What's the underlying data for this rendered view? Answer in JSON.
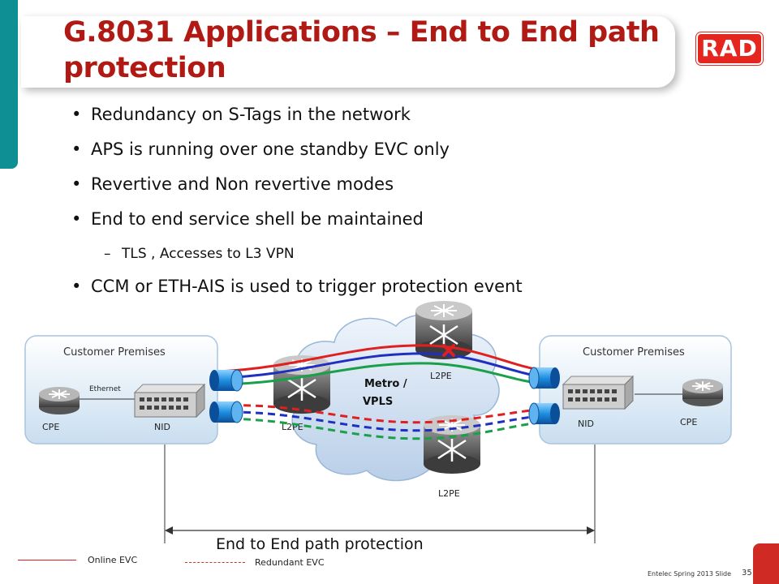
{
  "title": "G.8031  Applications – End to End path protection",
  "logo_text": "RAD",
  "bullets": [
    "Redundancy on S-Tags in  the network",
    "APS is running over one standby EVC only",
    "Revertive and Non revertive modes",
    "End to end service shell be maintained"
  ],
  "sub_bullet": "TLS  , Accesses to L3 VPN",
  "last_bullet": "CCM or ETH-AIS is used to trigger protection event",
  "diagram": {
    "left_premises": "Customer Premises",
    "right_premises": "Customer Premises",
    "ethernet_label": "Ethernet",
    "cpe_left": "CPE",
    "nid_left": "NID",
    "cpe_right": "CPE",
    "nid_right": "NID",
    "cloud_line1": "Metro /",
    "cloud_line2": "VPLS",
    "l2pe_left": "L2PE",
    "l2pe_top": "L2PE",
    "l2pe_bottom": "L2PE"
  },
  "caption": "End to End path protection",
  "legend": {
    "online": "Online EVC",
    "redundant": "Redundant EVC"
  },
  "footer": {
    "text": "Entelec Spring 2013 Slide",
    "number": "35"
  },
  "colors": {
    "title_red": "#b11a14",
    "teal": "#0e8f93",
    "logo_red": "#e4261f",
    "evc_red": "#e02020",
    "evc_blue": "#1f2fbf",
    "evc_green": "#1aa04a"
  }
}
